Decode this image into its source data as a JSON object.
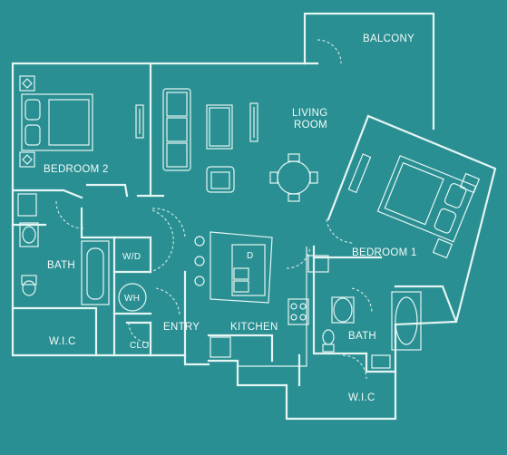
{
  "floorplan": {
    "colors": {
      "background": "#2a8f92",
      "line": "#e4f5f4"
    },
    "rooms": {
      "balcony": "BALCONY",
      "living_room_line1": "LIVING",
      "living_room_line2": "ROOM",
      "bedroom2": "BEDROOM 2",
      "bedroom1": "BEDROOM 1",
      "bath_left": "BATH",
      "bath_right": "BATH",
      "wic_left": "W.I.C",
      "wic_right": "W.I.C",
      "closet": "CLO.",
      "entry": "ENTRY",
      "kitchen": "KITCHEN"
    },
    "fixtures": {
      "washer_dryer": "W/D",
      "water_heater": "WH",
      "dishwasher": "D"
    }
  }
}
